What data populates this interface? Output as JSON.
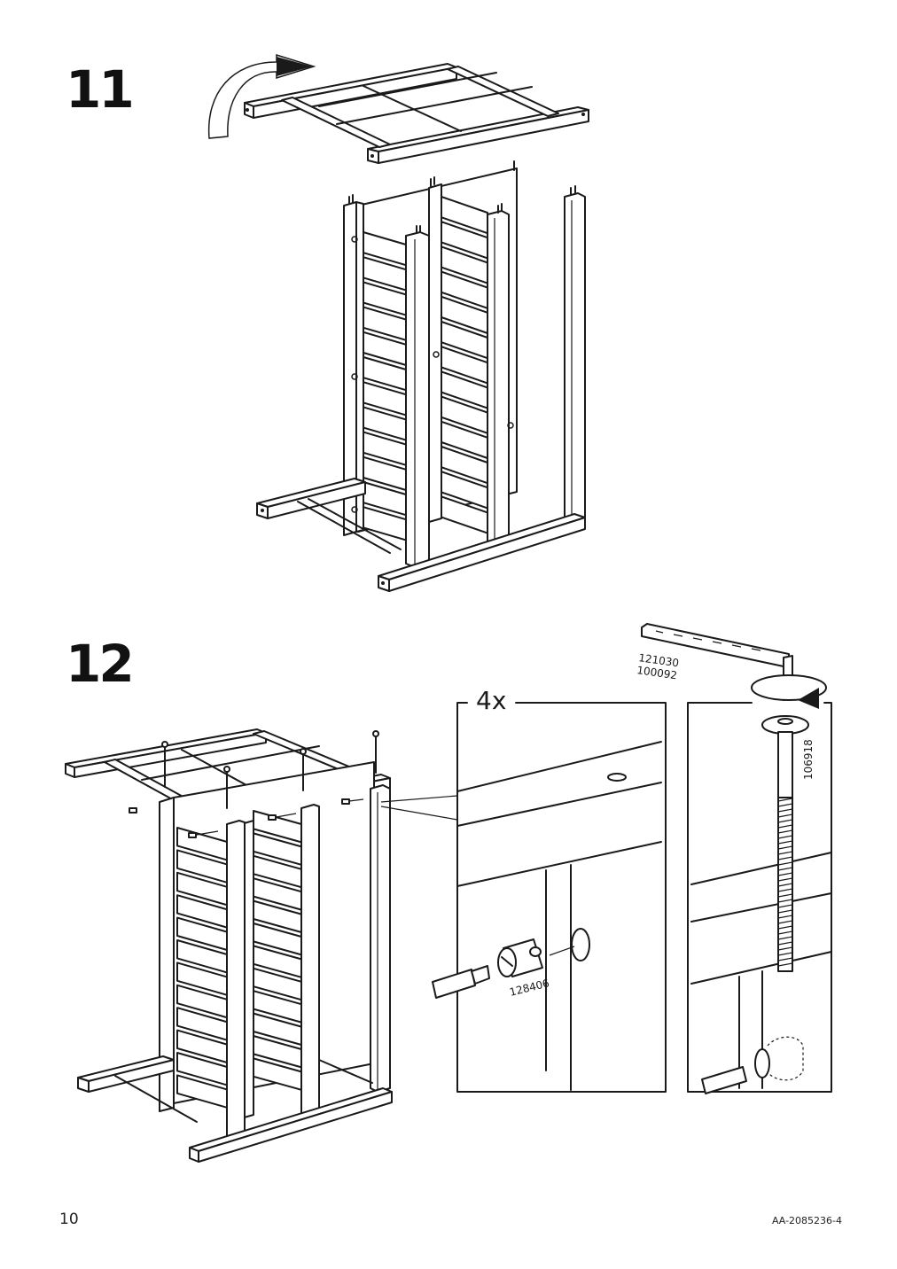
{
  "steps": [
    {
      "number": "11"
    },
    {
      "number": "12"
    }
  ],
  "detail": {
    "multiplier": "4x",
    "parts": {
      "barrel_nut": "128406",
      "allen_key_1": "121030",
      "allen_key_2": "100092",
      "bolt": "106918"
    }
  },
  "footer": {
    "page_number": "10",
    "document_id": "AA-2085236-4"
  }
}
